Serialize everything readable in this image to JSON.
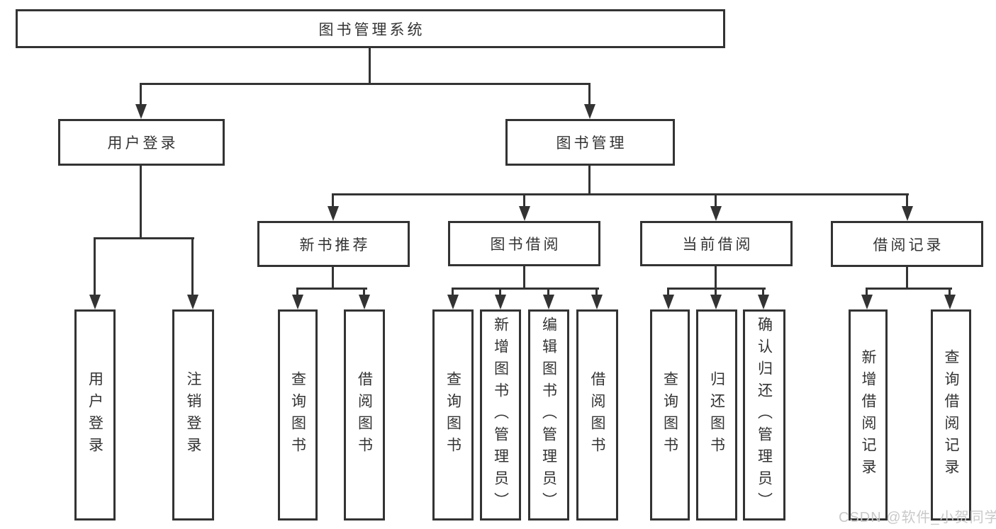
{
  "diagram": {
    "title": "图书管理系统",
    "level2": [
      {
        "label": "用户登录",
        "children": [
          {
            "label": "用户登录"
          },
          {
            "label": "注销登录"
          }
        ]
      },
      {
        "label": "图书管理",
        "children": [
          {
            "label": "新书推荐",
            "children": [
              {
                "label": "查询图书"
              },
              {
                "label": "借阅图书"
              }
            ]
          },
          {
            "label": "图书借阅",
            "children": [
              {
                "label": "查询图书"
              },
              {
                "label": "新增图书（管理员）"
              },
              {
                "label": "编辑图书（管理员）"
              },
              {
                "label": "借阅图书"
              }
            ]
          },
          {
            "label": "当前借阅",
            "children": [
              {
                "label": "查询图书"
              },
              {
                "label": "归还图书"
              },
              {
                "label": "确认归还（管理员）"
              }
            ]
          },
          {
            "label": "借阅记录",
            "children": [
              {
                "label": "新增借阅记录"
              },
              {
                "label": "查询借阅记录"
              }
            ]
          }
        ]
      }
    ]
  },
  "watermark": {
    "text": "CSDN @软件_小贺同学"
  },
  "colors": {
    "line": "#333333",
    "node_border": "#333333",
    "node_text": "#333333",
    "background": "#ffffff",
    "watermark": "#c9c9c9"
  }
}
